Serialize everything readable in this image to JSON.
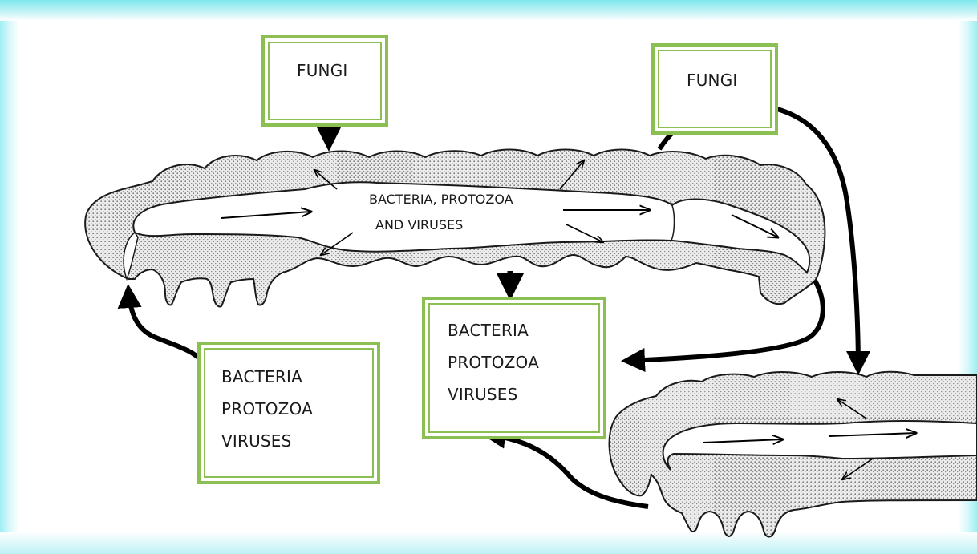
{
  "boxes": {
    "fungi_left": "FUNGI",
    "fungi_right": "FUNGI",
    "left_bottom": [
      "BACTERIA",
      "PROTOZOA",
      "VIRUSES"
    ],
    "center_bottom": [
      "BACTERIA",
      "PROTOZOA",
      "VIRUSES"
    ]
  },
  "intestine_label": [
    "BACTERIA, PROTOZOA",
    "AND VIRUSES"
  ],
  "colors": {
    "box_border": "#8cbf52",
    "arrow": "#000000",
    "stipple_fill": "#dcdcdc",
    "edge_glow": "#9deff4"
  }
}
